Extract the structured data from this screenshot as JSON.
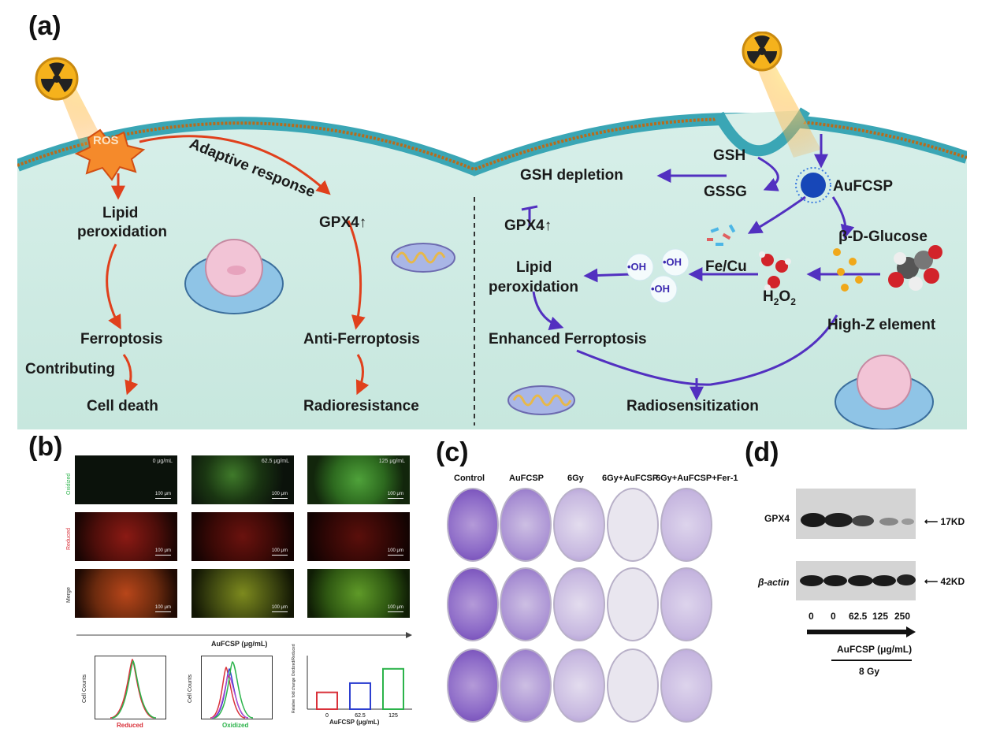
{
  "panels": {
    "a": "(a)",
    "b": "(b)",
    "c": "(c)",
    "d": "(d)"
  },
  "diagram_a": {
    "left": {
      "ros": "ROS",
      "adaptive": "Adaptive response",
      "lipid1": "Lipid",
      "lipid2": "peroxidation",
      "gpx4": "GPX4",
      "ferroptosis": "Ferroptosis",
      "contributing": "Contributing",
      "cell_death": "Cell death",
      "anti_ferroptosis": "Anti-Ferroptosis",
      "radioresistance": "Radioresistance"
    },
    "right": {
      "gsh": "GSH",
      "gssg": "GSSG",
      "gsh_depletion": "GSH depletion",
      "aufcsp": "AuFCSP",
      "gpx4": "GPX4",
      "lipid1": "Lipid",
      "lipid2": "peroxidation",
      "oh": "•OH",
      "fecu": "Fe/Cu",
      "h2o2": "H",
      "h2o2_sub": "2",
      "h2o2_o": "O",
      "h2o2_sub2": "2",
      "glucose": "β-D-Glucose",
      "highz": "High-Z element",
      "enhanced": "Enhanced Ferroptosis",
      "radiosens": "Radiosensitization"
    }
  },
  "panel_b": {
    "concentrations": [
      "0 μg/mL",
      "62.5 μg/mL",
      "125 μg/mL"
    ],
    "row_labels": [
      "Oxidized",
      "Reduced",
      "Merge"
    ],
    "scale_bar": "100 μm",
    "axis_label": "AuFCSP (μg/mL)",
    "flow1": {
      "ylabel": "Cell Counts",
      "xlabel": "Reduced"
    },
    "flow2": {
      "ylabel": "Cell Counts",
      "xlabel": "Oxidized"
    },
    "bar_ylabel": "Relative fold change Oxidized/Reduced",
    "bar_xlabel": "AuFCSP (μg/mL)",
    "bar_categories": [
      "0",
      "62.5",
      "125"
    ]
  },
  "panel_c": {
    "columns": [
      "Control",
      "AuFCSP",
      "6Gy",
      "6Gy+AuFCSP",
      "6Gy+AuFCSP+Fer-1"
    ]
  },
  "panel_d": {
    "rows": [
      "GPX4",
      "β-actin"
    ],
    "markers": [
      "17KD",
      "42KD"
    ],
    "lanes": [
      "0",
      "0",
      "62.5",
      "125",
      "250"
    ],
    "xlabel": "AuFCSP (μg/mL)",
    "dose": "8 Gy"
  },
  "chart_data": {
    "type": "bar",
    "categories": [
      "0",
      "62.5",
      "125"
    ],
    "values": [
      1.0,
      1.55,
      2.4
    ],
    "colors": [
      "#d9313a",
      "#2d3fd0",
      "#2bb34a"
    ],
    "xlabel": "AuFCSP (μg/mL)",
    "ylabel": "Relative fold change Oxidized/Reduced",
    "ylim": [
      0,
      3
    ]
  }
}
